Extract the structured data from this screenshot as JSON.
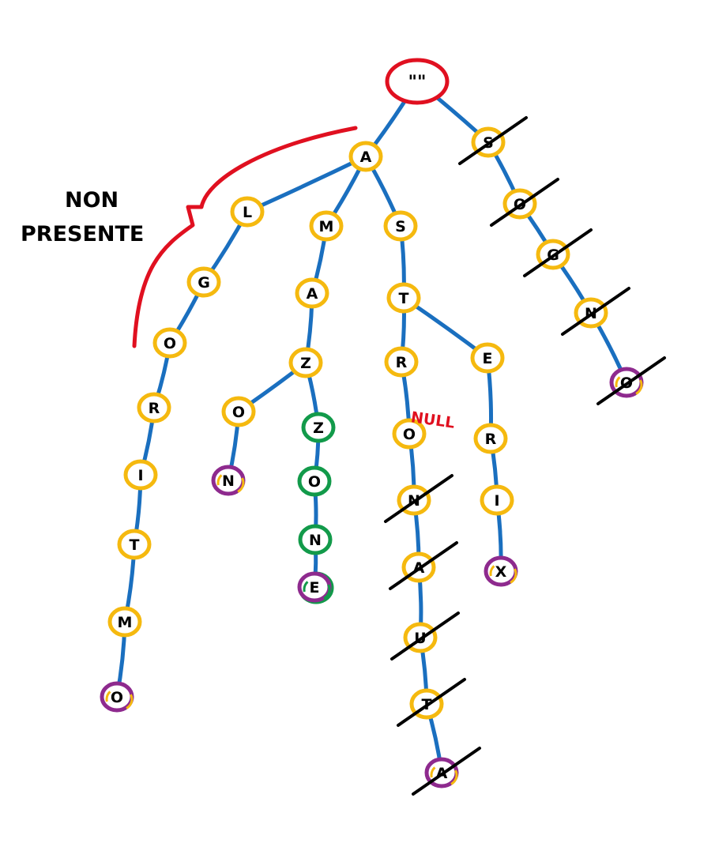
{
  "colors": {
    "edge": "#1a6fbf",
    "node_ring": "#f5b90f",
    "root_ring": "#e01020",
    "terminal_ring": "#8e2a8e",
    "green_ring": "#129a4a",
    "strike": "#000000",
    "annotation": "#e01020",
    "text": "#000000"
  },
  "annotations": {
    "non_present_line1": "NON",
    "non_present_line2": "PRESENTE",
    "null_label": "NULL"
  },
  "trie": {
    "root": {
      "label": "\"\"",
      "ring": "root"
    },
    "nodes": [
      {
        "id": "s1",
        "label": "S",
        "parent": "root",
        "struck": true
      },
      {
        "id": "s2",
        "label": "O",
        "parent": "s1",
        "struck": true
      },
      {
        "id": "s3",
        "label": "G",
        "parent": "s2",
        "struck": true
      },
      {
        "id": "s4",
        "label": "N",
        "parent": "s3",
        "struck": true
      },
      {
        "id": "s5",
        "label": "O",
        "parent": "s4",
        "struck": true,
        "ring": "terminal"
      },
      {
        "id": "a",
        "label": "A",
        "parent": "root"
      },
      {
        "id": "l1",
        "label": "L",
        "parent": "a"
      },
      {
        "id": "l2",
        "label": "G",
        "parent": "l1"
      },
      {
        "id": "l3",
        "label": "O",
        "parent": "l2"
      },
      {
        "id": "l4",
        "label": "R",
        "parent": "l3"
      },
      {
        "id": "l5",
        "label": "I",
        "parent": "l4"
      },
      {
        "id": "l6",
        "label": "T",
        "parent": "l5"
      },
      {
        "id": "l7",
        "label": "M",
        "parent": "l6"
      },
      {
        "id": "l8",
        "label": "O",
        "parent": "l7",
        "ring": "terminal"
      },
      {
        "id": "m1",
        "label": "M",
        "parent": "a"
      },
      {
        "id": "m2",
        "label": "A",
        "parent": "m1"
      },
      {
        "id": "m3",
        "label": "Z",
        "parent": "m2"
      },
      {
        "id": "m4",
        "label": "O",
        "parent": "m3"
      },
      {
        "id": "m5",
        "label": "N",
        "parent": "m4",
        "ring": "terminal"
      },
      {
        "id": "m6",
        "label": "Z",
        "parent": "m3",
        "ring": "green"
      },
      {
        "id": "m7",
        "label": "O",
        "parent": "m6",
        "ring": "green"
      },
      {
        "id": "m8",
        "label": "N",
        "parent": "m7",
        "ring": "green"
      },
      {
        "id": "m9",
        "label": "E",
        "parent": "m8",
        "ring": "terminal_green"
      },
      {
        "id": "t1",
        "label": "S",
        "parent": "a"
      },
      {
        "id": "t2",
        "label": "T",
        "parent": "t1"
      },
      {
        "id": "t3",
        "label": "R",
        "parent": "t2"
      },
      {
        "id": "t4",
        "label": "O",
        "parent": "t3"
      },
      {
        "id": "t5",
        "label": "N",
        "parent": "t4",
        "struck": true
      },
      {
        "id": "t6",
        "label": "A",
        "parent": "t5",
        "struck": true
      },
      {
        "id": "t7",
        "label": "U",
        "parent": "t6",
        "struck": true
      },
      {
        "id": "t8",
        "label": "T",
        "parent": "t7",
        "struck": true
      },
      {
        "id": "t9",
        "label": "A",
        "parent": "t8",
        "struck": true,
        "ring": "terminal"
      },
      {
        "id": "e1",
        "label": "E",
        "parent": "t2"
      },
      {
        "id": "e2",
        "label": "R",
        "parent": "e1"
      },
      {
        "id": "e3",
        "label": "I",
        "parent": "e2"
      },
      {
        "id": "e4",
        "label": "X",
        "parent": "e3",
        "ring": "terminal"
      }
    ]
  }
}
